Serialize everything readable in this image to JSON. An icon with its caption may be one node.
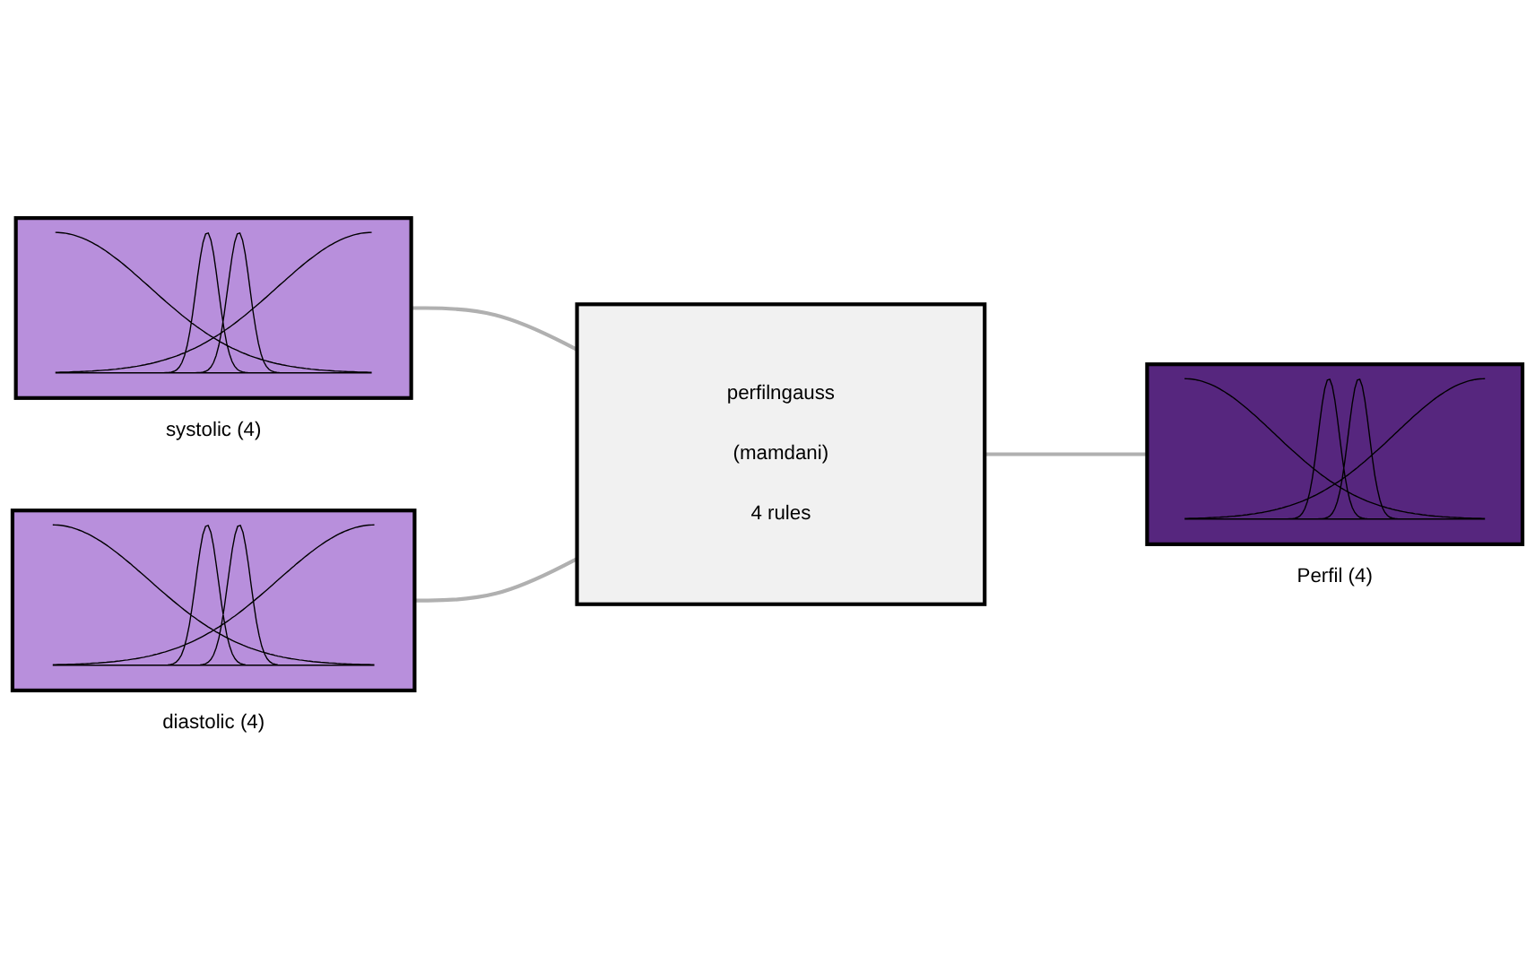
{
  "diagram": {
    "nodes": [
      {
        "text": [],
        "shape": "picture",
        "beside": [
          "systolic (4)"
        ]
      },
      {
        "text": [],
        "shape": "picture",
        "beside": [
          "diastolic (4)"
        ]
      },
      {
        "text": [
          "perfilngauss",
          "(mamdani)",
          "4 rules"
        ]
      },
      {
        "text": [],
        "shape": "picture",
        "beside": [
          "Perfil (4)"
        ]
      }
    ],
    "edges": [
      {
        "from": 0,
        "to": 2,
        "arrow": "none"
      },
      {
        "from": 1,
        "to": 2,
        "arrow": "none"
      },
      {
        "from": 2,
        "to": 3,
        "arrow": "none"
      }
    ]
  }
}
